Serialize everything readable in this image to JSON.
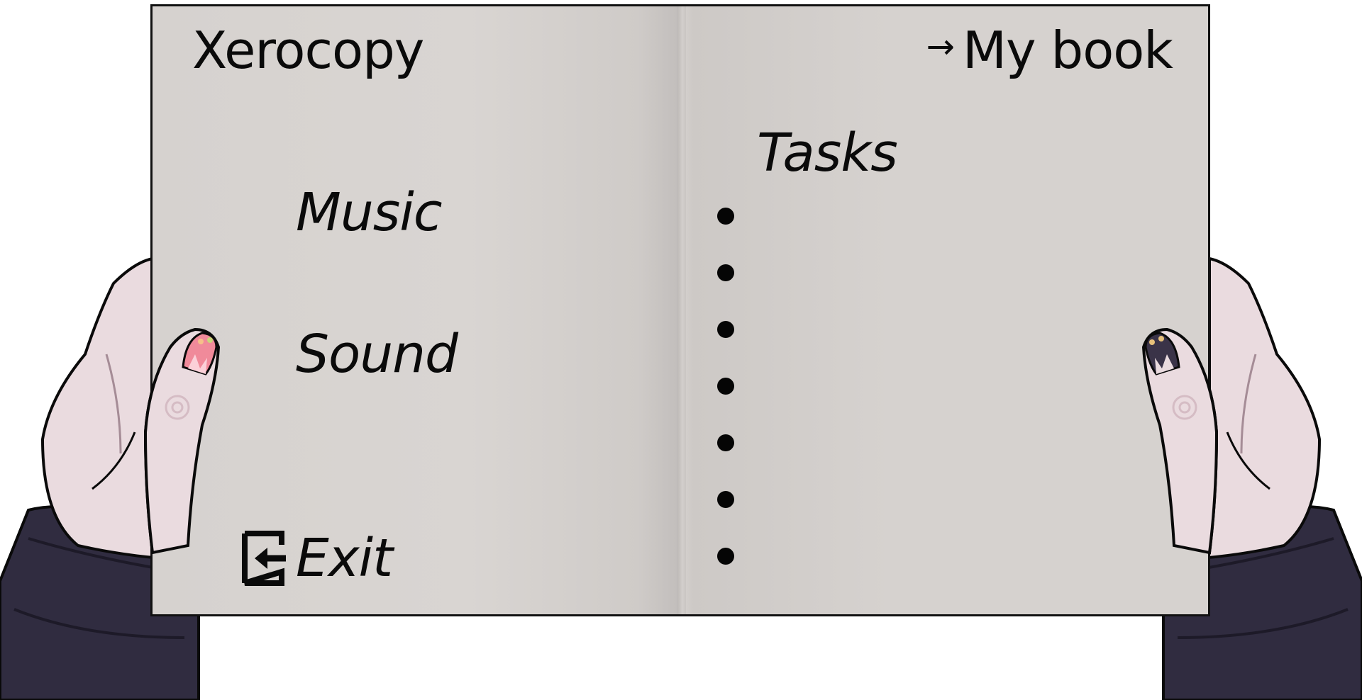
{
  "header": {
    "app_title": "Xerocopy",
    "my_book_arrow": "→",
    "my_book_label": "My book"
  },
  "menu": {
    "music_label": "Music",
    "sound_label": "Sound",
    "exit_label": "Exit"
  },
  "tasks": {
    "heading": "Tasks",
    "items": [
      {
        "text": ""
      },
      {
        "text": ""
      },
      {
        "text": ""
      },
      {
        "text": ""
      },
      {
        "text": ""
      },
      {
        "text": ""
      },
      {
        "text": ""
      }
    ]
  },
  "icons": {
    "exit": "exit-door-arrow-icon"
  },
  "colors": {
    "page": "#d6d2cf",
    "ink": "#0a0a0a",
    "skin": "#eadbdf",
    "skin_shadow": "#c9b3ba",
    "sleeve": "#302c40",
    "nail_left": "#f08a9a",
    "nail_right": "#3a3348"
  }
}
